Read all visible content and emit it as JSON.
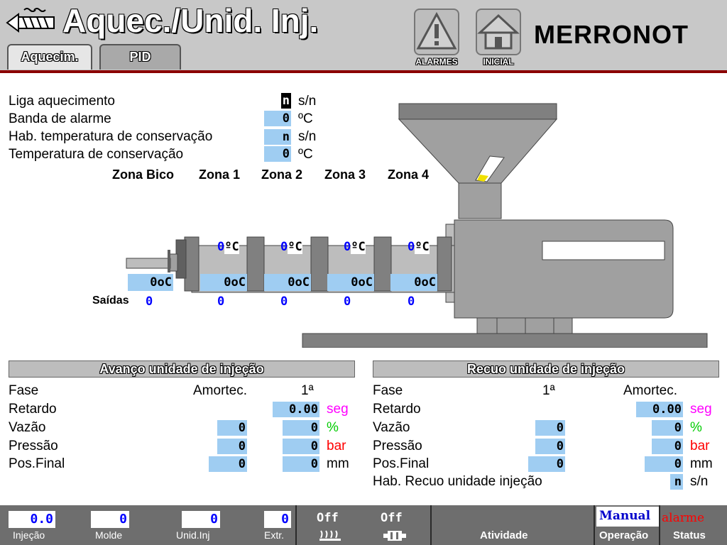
{
  "header": {
    "title": "Aquec./Unid. Inj.",
    "brand": "MERRONOT",
    "tabs": [
      {
        "label": "Aquecim."
      },
      {
        "label": "PID"
      }
    ],
    "buttons": {
      "alarms": "ALARMES",
      "home": "INICIAL"
    }
  },
  "settings": {
    "rows": [
      {
        "label": "Liga aquecimento",
        "value": "n",
        "unit": "s/n"
      },
      {
        "label": "Banda de alarme",
        "value": "0",
        "unit": "ºC"
      },
      {
        "label": "Hab. temperatura de conservação",
        "value": "n",
        "unit": "s/n"
      },
      {
        "label": "Temperatura de conservação",
        "value": "0",
        "unit": "ºC"
      }
    ]
  },
  "zones": {
    "headers": [
      "Zona Bico",
      "Zona 1",
      "Zona 2",
      "Zona 3",
      "Zona 4"
    ],
    "top_temp": {
      "value": "0",
      "unit": "ºC"
    },
    "set_value": "0oC",
    "outputs_label": "Saídas",
    "outputs": [
      "0",
      "0",
      "0",
      "0",
      "0"
    ]
  },
  "advance": {
    "title": "Avanço unidade de injeção",
    "phase_label": "Fase",
    "col1": "Amortec.",
    "col2": "1ª",
    "delay": {
      "label": "Retardo",
      "value": "0.00",
      "unit": "seg"
    },
    "flow": {
      "label": "Vazão",
      "v1": "0",
      "v2": "0",
      "unit": "%"
    },
    "pressure": {
      "label": "Pressão",
      "v1": "0",
      "v2": "0",
      "unit": "bar"
    },
    "endpos": {
      "label": "Pos.Final",
      "v1": "0",
      "v2": "0",
      "unit": "mm"
    }
  },
  "retract": {
    "title": "Recuo unidade de injeção",
    "phase_label": "Fase",
    "col1": "1ª",
    "col2": "Amortec.",
    "delay": {
      "label": "Retardo",
      "value": "0.00",
      "unit": "seg"
    },
    "flow": {
      "label": "Vazão",
      "v1": "0",
      "v2": "0",
      "unit": "%"
    },
    "pressure": {
      "label": "Pressão",
      "v1": "0",
      "v2": "0",
      "unit": "bar"
    },
    "endpos": {
      "label": "Pos.Final",
      "v1": "0",
      "v2": "0",
      "unit": "mm"
    },
    "enable": {
      "label": "Hab. Recuo unidade injeção",
      "value": "n",
      "unit": "s/n"
    }
  },
  "footer": {
    "injection": {
      "value": "0.0",
      "label": "Injeção"
    },
    "mold": {
      "value": "0",
      "label": "Molde"
    },
    "inj_unit": {
      "value": "0",
      "label": "Unid.Inj"
    },
    "extr": {
      "value": "0",
      "label": "Extr."
    },
    "heat": {
      "value": "Off"
    },
    "motor": {
      "value": "Off"
    },
    "activity": "Atividade",
    "mode": {
      "value": "Manual",
      "label": "Operação"
    },
    "status": {
      "value": "alarme",
      "label": "Status"
    }
  },
  "colors": {
    "accent_red": "#8b0000",
    "field_blue": "#9fcdf2",
    "value_blue": "#0000ff",
    "unit_magenta": "#ff00ff",
    "unit_green": "#00cc00",
    "unit_red": "#ff0000"
  }
}
